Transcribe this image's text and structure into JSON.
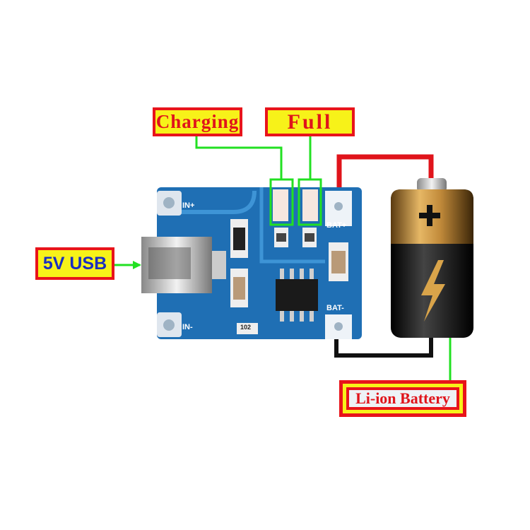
{
  "labels": {
    "charging": "Charging",
    "full": "Full",
    "usb": "5V USB",
    "battery": "Li-ion Battery"
  },
  "board_silkscreen": {
    "in_plus": "IN+",
    "in_minus": "IN-",
    "bat_plus": "BAT+",
    "bat_minus": "BAT-",
    "resistor": "102"
  },
  "colors": {
    "label_border": "#e8141b",
    "label_fill": "#f7f219",
    "pointer_line": "#22e022",
    "positive_wire": "#e0141b",
    "negative_wire": "#111111",
    "pcb": "#1f6fb4"
  }
}
